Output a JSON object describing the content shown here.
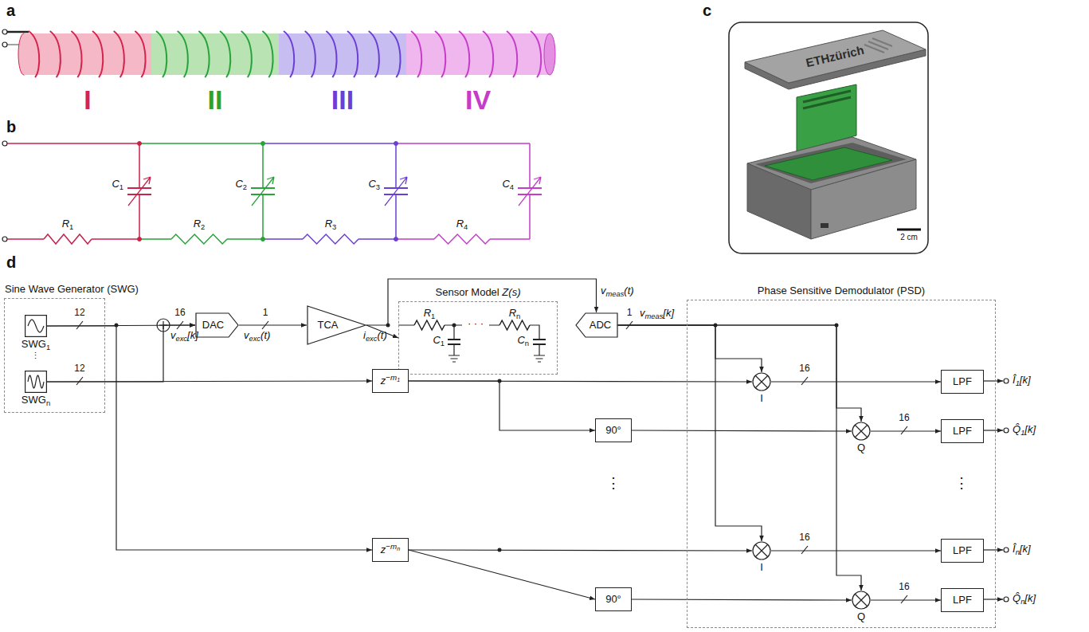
{
  "diagram": {
    "nodes": [
      {
        "text": [
          "Sine Wave Generator (SWG)"
        ]
      },
      {
        "text": [
          "SWG1"
        ],
        "in": 0
      },
      {
        "text": [
          "SWGn"
        ],
        "in": 0
      },
      {
        "text": [
          "DAC"
        ]
      },
      {
        "text": [
          "TCA"
        ]
      },
      {
        "text": [
          "Sensor Model Z(s)"
        ]
      },
      {
        "text": [
          "ADC"
        ]
      },
      {
        "text": [
          "z−m1"
        ]
      },
      {
        "text": [
          "z−mn"
        ]
      },
      {
        "text": [
          "90°"
        ]
      },
      {
        "text": [
          "90°"
        ]
      },
      {
        "text": [
          "Phase Sensitive Demodulator (PSD)"
        ]
      },
      {
        "text": [
          "I"
        ],
        "in": 11
      },
      {
        "text": [
          "Q"
        ],
        "in": 11
      },
      {
        "text": [
          "I"
        ],
        "in": 11
      },
      {
        "text": [
          "Q"
        ],
        "in": 11
      },
      {
        "text": [
          "LPF"
        ],
        "in": 11
      },
      {
        "text": [
          "LPF"
        ],
        "in": 11
      },
      {
        "text": [
          "LPF"
        ],
        "in": 11
      },
      {
        "text": [
          "LPF"
        ],
        "in": 11
      }
    ],
    "edges": [
      {
        "from": 1,
        "to": 3,
        "arrow": "to"
      },
      {
        "from": 2,
        "to": 3,
        "arrow": "to"
      },
      {
        "from": 1,
        "to": 8,
        "arrow": "to"
      },
      {
        "from": 2,
        "to": 7,
        "arrow": "to"
      },
      {
        "from": 3,
        "to": 4,
        "arrow": "to"
      },
      {
        "from": 4,
        "to": 5,
        "arrow": "to"
      },
      {
        "from": 4,
        "to": 6,
        "arrow": "to"
      },
      {
        "from": 6,
        "to": 12,
        "arrow": "to"
      },
      {
        "from": 6,
        "to": 13,
        "arrow": "to"
      },
      {
        "from": 6,
        "to": 14,
        "arrow": "to"
      },
      {
        "from": 6,
        "to": 15,
        "arrow": "to"
      },
      {
        "from": 7,
        "to": 12,
        "arrow": "to"
      },
      {
        "from": 7,
        "to": 9,
        "arrow": "to"
      },
      {
        "from": 9,
        "to": 13,
        "arrow": "to"
      },
      {
        "from": 8,
        "to": 14,
        "arrow": "to"
      },
      {
        "from": 8,
        "to": 10,
        "arrow": "to"
      },
      {
        "from": 10,
        "to": 15,
        "arrow": "to"
      },
      {
        "from": 12,
        "to": 16,
        "arrow": "to"
      },
      {
        "from": 13,
        "to": 17,
        "arrow": "to"
      },
      {
        "from": 14,
        "to": 18,
        "arrow": "to"
      },
      {
        "from": 15,
        "to": 19,
        "arrow": "to"
      }
    ],
    "labels": [
      "a",
      "b",
      "c",
      "d",
      "I",
      "II",
      "III",
      "IV",
      "R1",
      "C1",
      "R2",
      "C2",
      "R3",
      "C3",
      "R4",
      "C4",
      "ETHzürich",
      "2 cm",
      "12",
      "12",
      "16",
      "vexc[k]",
      "1",
      "vexc(t)",
      "iexc(t)",
      "vmeas(t)",
      "1",
      "vmeas[k]",
      "R1",
      "C1",
      "· · ·",
      "Rn",
      "Cn",
      "⋮",
      "⋮",
      "⋮",
      "16",
      "16",
      "16",
      "16",
      "Î1[k]",
      "Q̂1[k]",
      "În[k]",
      "Q̂n[k]"
    ]
  }
}
